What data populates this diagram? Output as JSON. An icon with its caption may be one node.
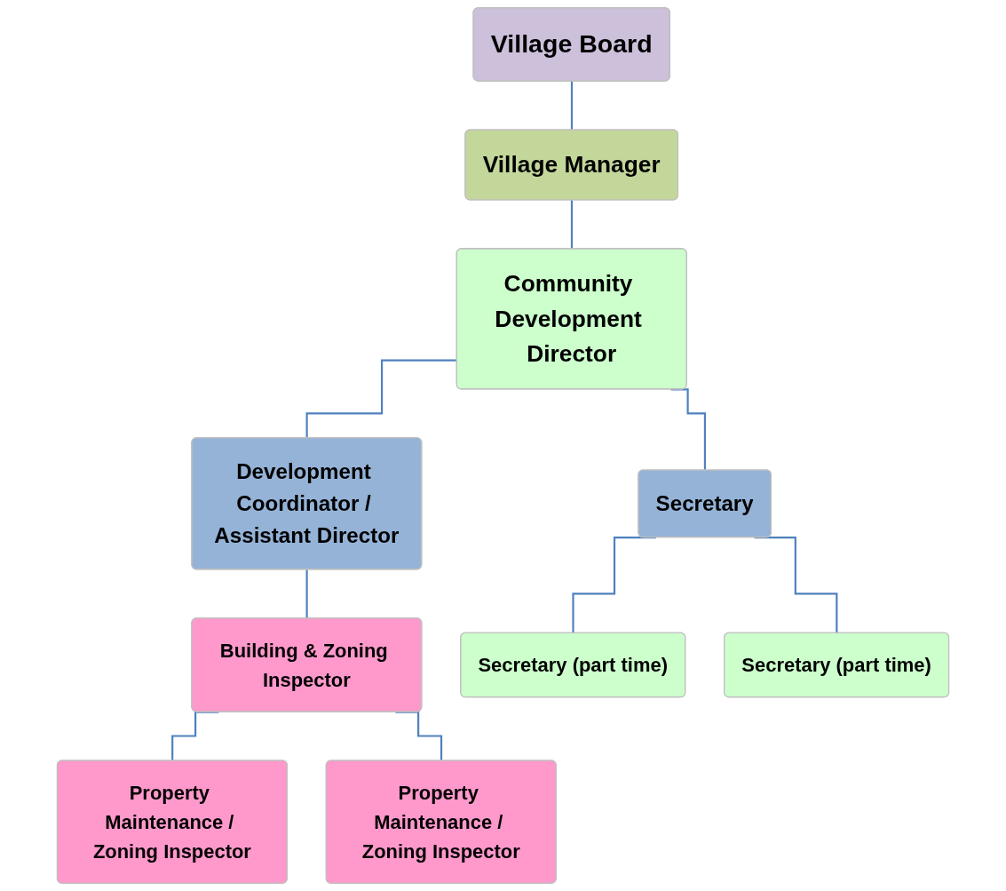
{
  "diagram": {
    "nodes": [
      {
        "text": [
          "Village Board"
        ]
      },
      {
        "text": [
          "Village Manager"
        ]
      },
      {
        "text": [
          "Community Development Director"
        ]
      },
      {
        "text": [
          "Secretary"
        ]
      },
      {
        "text": [
          "Development Coordinator / Assistant Director"
        ]
      },
      {
        "text": [
          "Building & Zoning Inspector"
        ]
      },
      {
        "text": [
          "Property Maintenance / Zoning Inspector"
        ]
      },
      {
        "text": [
          "Property Maintenance / Zoning Inspector"
        ]
      },
      {
        "text": [
          "Secretary (part time)"
        ]
      },
      {
        "text": [
          "Secretary (part time)"
        ]
      }
    ],
    "edges": [
      {
        "from": 0,
        "to": 1,
        "arrow": "none"
      },
      {
        "from": 1,
        "to": 2,
        "arrow": "none"
      },
      {
        "from": 2,
        "to": 3,
        "arrow": "none"
      },
      {
        "from": 2,
        "to": 4,
        "arrow": "none"
      },
      {
        "from": 4,
        "to": 5,
        "arrow": "none"
      },
      {
        "from": 5,
        "to": 6,
        "arrow": "none"
      },
      {
        "from": 5,
        "to": 7,
        "arrow": "none"
      },
      {
        "from": 3,
        "to": 8,
        "arrow": "none"
      },
      {
        "from": 3,
        "to": 9,
        "arrow": "none"
      }
    ]
  }
}
